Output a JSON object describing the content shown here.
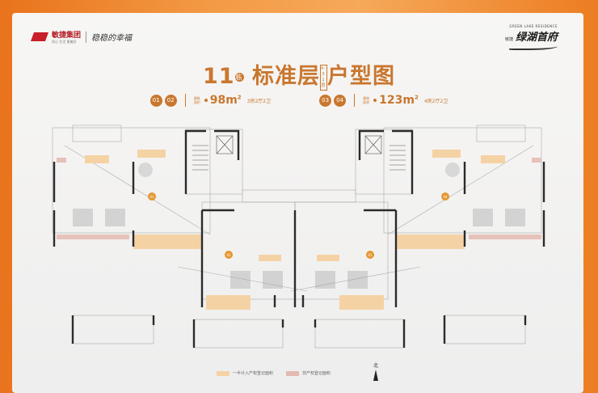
{
  "header": {
    "developer_name": "敏捷集团",
    "developer_tagline": "用心 生活 更美好",
    "slogan": "稳稳的幸福",
    "project_en": "GREEN LAKE RESIDENCE",
    "project_prefix": "敏捷",
    "project_name": "绿湖首府"
  },
  "title": {
    "building_number": "11",
    "building_unit": "栋",
    "main": "标准层",
    "floors": "4-31层",
    "suffix": "户型图"
  },
  "unit_types": [
    {
      "units": [
        "01",
        "02"
      ],
      "area_label": "建筑面积",
      "area": "98",
      "area_unit": "m",
      "layout": "3房2厅2卫"
    },
    {
      "units": [
        "03",
        "04"
      ],
      "area_label": "建筑面积",
      "area": "123",
      "area_unit": "m",
      "layout": "4房2厅2卫"
    }
  ],
  "plan": {
    "unit_markers": [
      "03",
      "02",
      "01",
      "04"
    ],
    "colors": {
      "wall": "#2b2b2b",
      "balcony": "#f5d2a4",
      "non_title": "#e6c2b8",
      "accent": "#c9772f"
    }
  },
  "legend": [
    {
      "label": "一半计入产权登记面积",
      "color": "#f5d2a4"
    },
    {
      "label": "非产权登记面积",
      "color": "#e3b9b0"
    }
  ],
  "north_label": "北"
}
